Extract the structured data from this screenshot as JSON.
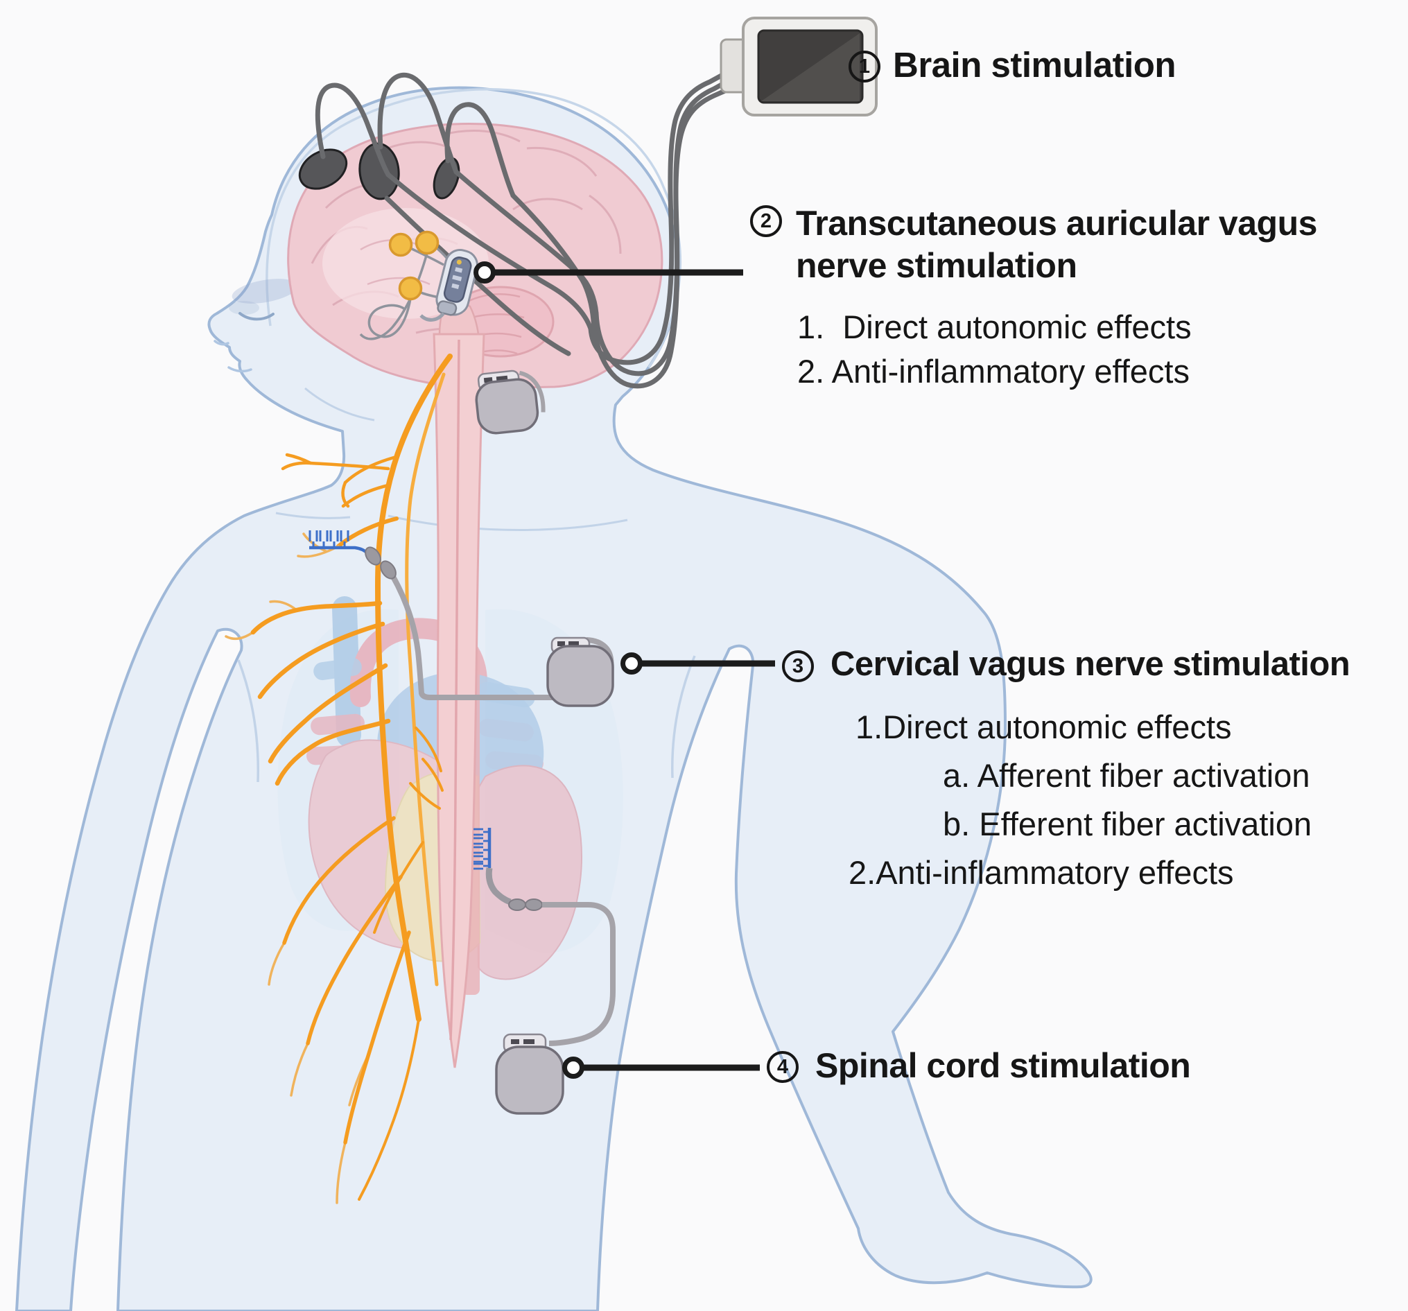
{
  "palette": {
    "background": "#fafafb",
    "body_fill": "#e7eef7",
    "body_outline": "#9fb8d8",
    "brain_pink": "#f0cbd2",
    "spinal_cord_pink": "#f3cfd2",
    "vagus_nerve_orange": "#f59c20",
    "electrode_gray": "#565659",
    "wire_gray": "#6a6b6e",
    "device_gray": "#bdbac2",
    "lead_gray": "#a5a3a9",
    "electrode_array_blue": "#3d6fc8",
    "target_dot_yellow": "#f2bc45",
    "ink": "#161616"
  },
  "labels": {
    "brain": {
      "number": "1",
      "title": "Brain stimulation"
    },
    "tavns": {
      "number": "2",
      "title_lines": [
        "Transcutaneous auricular vagus",
        "nerve stimulation"
      ],
      "points": [
        "1.  Direct autonomic effects",
        "2. Anti-inflammatory effects"
      ]
    },
    "cvns": {
      "number": "3",
      "title": "Cervical vagus nerve stimulation",
      "points": [
        "1.Direct autonomic effects",
        "a. Afferent fiber activation",
        "b. Efferent fiber activation",
        "2.Anti-inflammatory effects"
      ]
    },
    "scs": {
      "number": "4",
      "title": "Spinal cord stimulation"
    }
  }
}
